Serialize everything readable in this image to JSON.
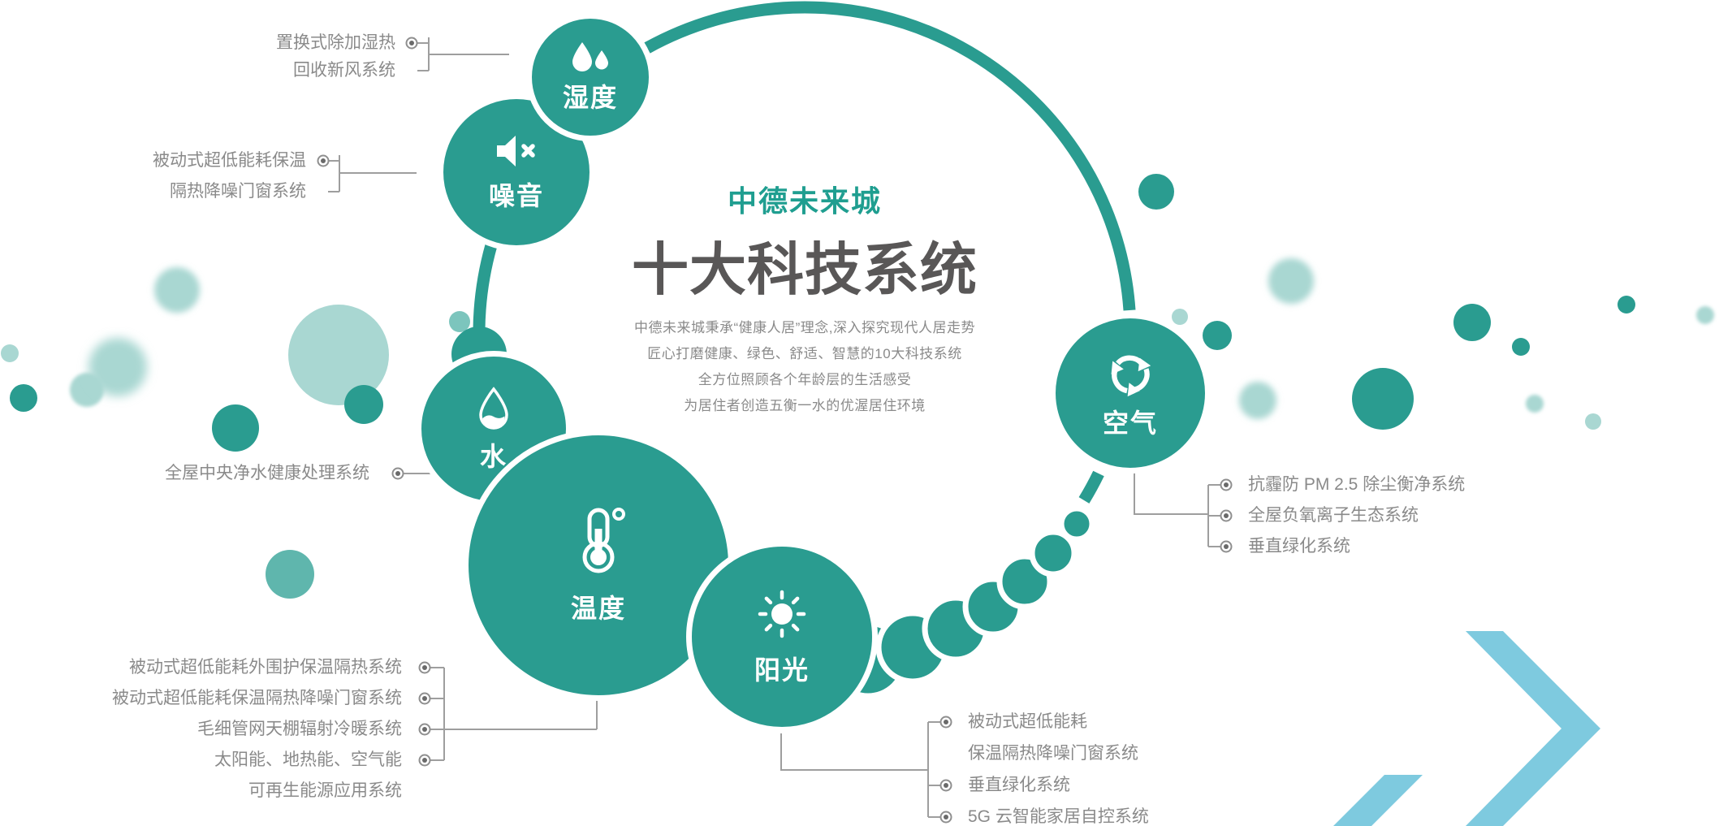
{
  "title": {
    "brand": "中德未来城",
    "main": "十大科技系统"
  },
  "intro": {
    "lines": [
      "中德未来城秉承“健康人居”理念,深入探究现代人居走势",
      "匠心打磨健康、绿色、舒适、智慧的10大科技系统",
      "全方位照顾各个年龄层的生活感受",
      "为居住者创造五衡一水的优渥居住环境"
    ]
  },
  "nodes": {
    "humidity": {
      "label": "湿度",
      "icon": "water-drops-icon",
      "items": [
        "置换式除加湿热",
        "回收新风系统"
      ]
    },
    "noise": {
      "label": "噪音",
      "icon": "speaker-mute-icon",
      "items": [
        "被动式超低能耗保温",
        "隔热降噪门窗系统"
      ]
    },
    "water": {
      "label": "水",
      "icon": "water-drop-outline-icon",
      "items": [
        "全屋中央净水健康处理系统"
      ]
    },
    "temperature": {
      "label": "温度",
      "icon": "thermometer-icon",
      "items": [
        "被动式超低能耗外围护保温隔热系统",
        "被动式超低能耗保温隔热降噪门窗系统",
        "毛细管网天棚辐射冷暖系统",
        "太阳能、地热能、空气能",
        "可再生能源应用系统"
      ]
    },
    "sunlight": {
      "label": "阳光",
      "icon": "sun-icon",
      "items": [
        "被动式超低能耗",
        "保温隔热降噪门窗系统",
        "垂直绿化系统",
        "5G 云智能家居自控系统"
      ]
    },
    "air": {
      "label": "空气",
      "icon": "recycle-icon",
      "items": [
        "抗霾防 PM 2.5 除尘衡净系统",
        "全屋负氧离子生态系统",
        "垂直绿化系统"
      ]
    }
  },
  "colors": {
    "teal": "#2a9c90",
    "teal_light": "#a9d7d2",
    "teal_mid": "#5fb6ad",
    "chevron_blue": "#7ecadf",
    "brand_title": "#1f9e90",
    "main_title": "#595757",
    "text_gray": "#8a8a8a",
    "line_gray": "#9e9e9e"
  }
}
